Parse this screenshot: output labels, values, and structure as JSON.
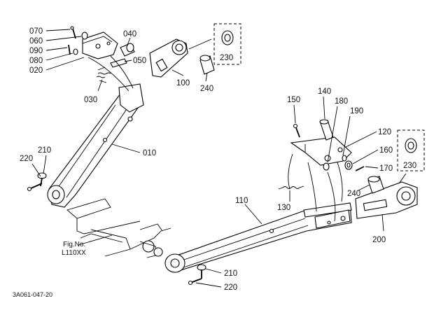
{
  "diagram": {
    "callouts": {
      "p070": "070",
      "p060": "060",
      "p090": "090",
      "p080": "080",
      "p020": "020",
      "p040": "040",
      "p050": "050",
      "p030": "030",
      "p100": "100",
      "p240a": "240",
      "p230a": "230",
      "p010": "010",
      "p210a": "210",
      "p220a": "220",
      "p150": "150",
      "p140": "140",
      "p180": "180",
      "p190": "190",
      "p120": "120",
      "p160": "160",
      "p170": "170",
      "p230b": "230",
      "p240b": "240",
      "p110": "110",
      "p130": "130",
      "p200": "200",
      "p210b": "210",
      "p220b": "220"
    },
    "fig_ref_line1": "Fig.No.",
    "fig_ref_line2": "L110XX",
    "drawing_number": "3A061-047-20"
  }
}
